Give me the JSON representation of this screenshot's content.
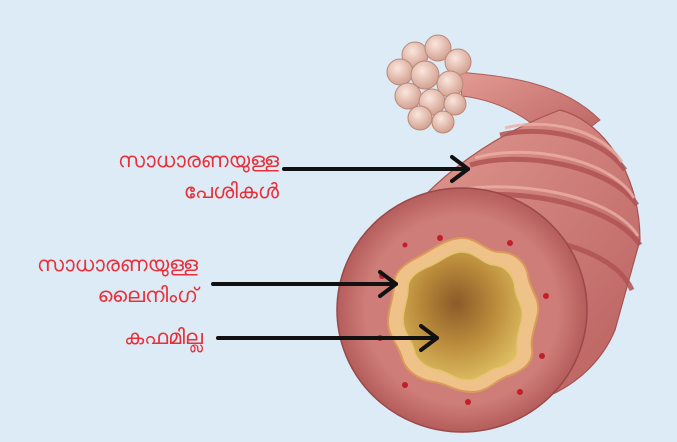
{
  "labels": {
    "muscle_line1": "സാധാരണയുള്ള",
    "muscle_line2": "പേശികൾ",
    "lining_line1": "സാധാരണയുള്ള",
    "lining_line2": "ലൈനിംഗ്",
    "mucus": "കഫമില്ല"
  },
  "colors": {
    "background": "#dcebf6",
    "label_text": "#e8303a",
    "arrow": "#111111",
    "tube_outer": "#c96e6c",
    "tube_band": "#b45a5a",
    "lining": "#efc28a",
    "lumen": "#d0a84a",
    "alveoli": "#e5b9ab"
  }
}
